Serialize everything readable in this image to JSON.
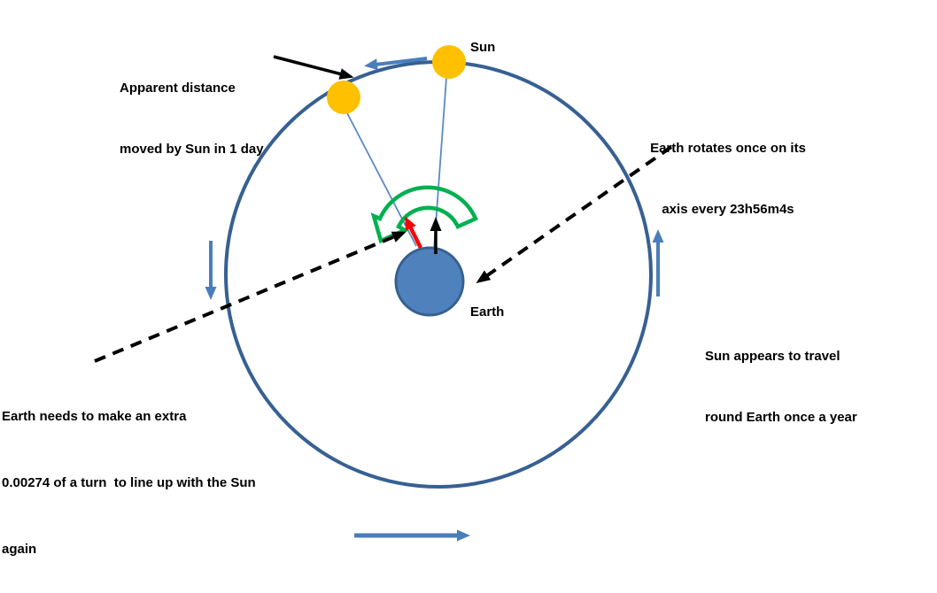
{
  "labels": {
    "apparent_distance": {
      "line1": "Apparent distance",
      "line2": "moved by Sun in 1 day"
    },
    "sun": "Sun",
    "earth": "Earth",
    "earth_rotation": {
      "line1": "Earth rotates once on its",
      "line2": "axis every 23h56m4s"
    },
    "sun_travel": {
      "line1": "Sun appears to travel",
      "line2": "round Earth once a year"
    },
    "extra_turn": {
      "line1": "Earth needs to make an extra",
      "line2": "0.00274 of a turn  to line up with the Sun",
      "line3": "again"
    }
  },
  "colors": {
    "orbit": "#376092",
    "sun_fill": "#FFC000",
    "earth_fill": "#4F81BD",
    "earth_border": "#36608F",
    "rotation_arc": "#00B050",
    "extra_turn_arrow": "#FF0000",
    "axis_arrow": "#000000",
    "annotation_arrow": "#000000",
    "dashed_pointer": "#000000",
    "motion_arrow": "#4A7EBB",
    "sun_ray": "#5B8AC6"
  }
}
